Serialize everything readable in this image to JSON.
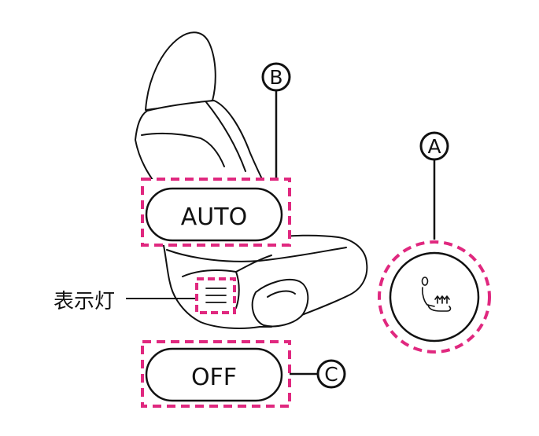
{
  "callouts": {
    "a": "A",
    "b": "B",
    "c": "C"
  },
  "buttons": {
    "auto_label": "AUTO",
    "off_label": "OFF"
  },
  "indicator_label": "表示灯",
  "icons": {
    "seat_heater_switch": "heated-seat-icon"
  },
  "colors": {
    "highlight": "#E0287F",
    "line": "#111111",
    "background": "#FFFFFF"
  }
}
